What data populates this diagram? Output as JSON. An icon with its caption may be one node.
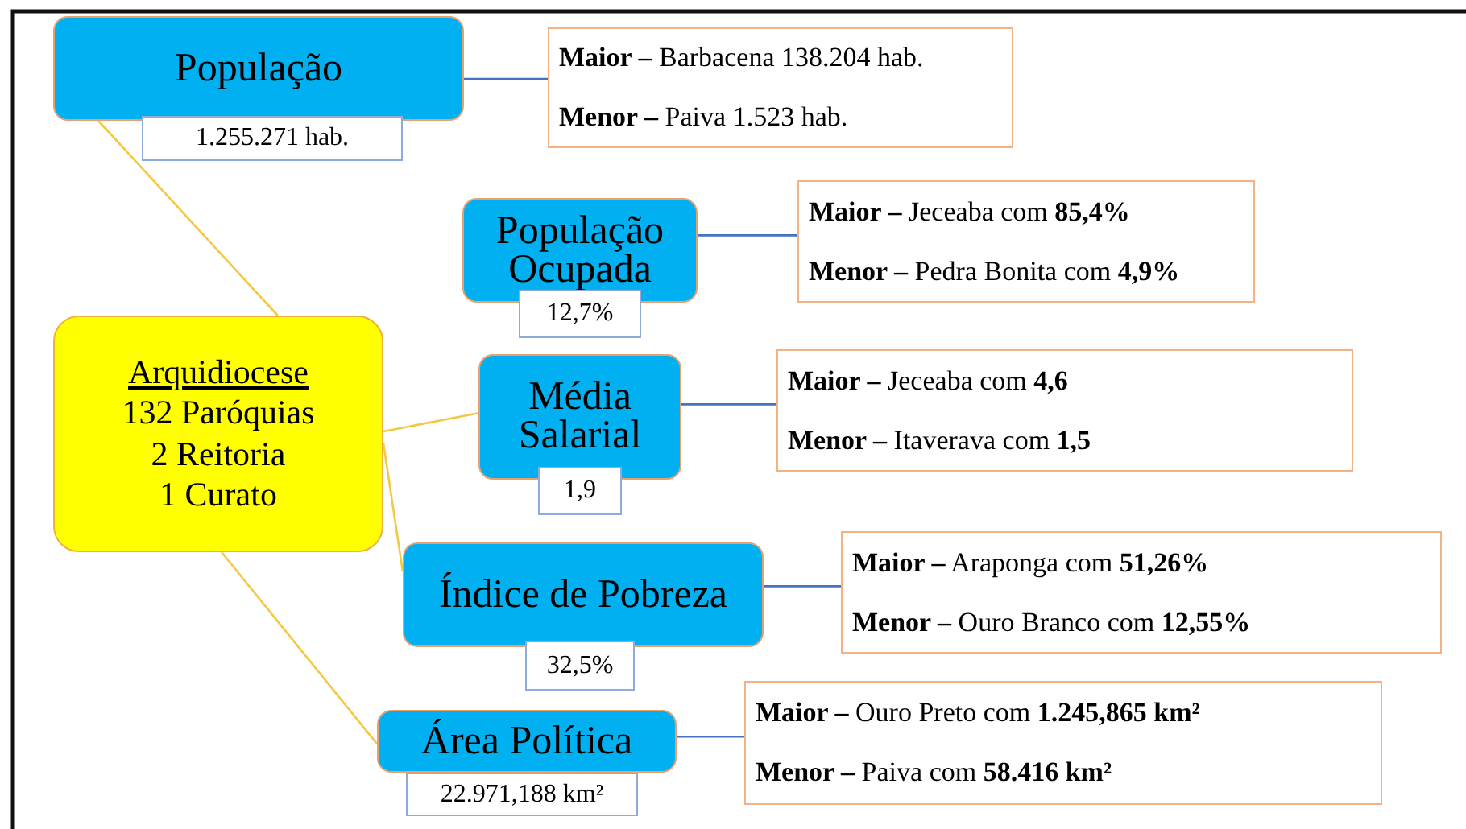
{
  "diagram": {
    "nodes": [
      {
        "text": [
          "Arquidiocese",
          "132 Paróquias",
          "2 Reitoria",
          "1 Curato"
        ]
      },
      {
        "text": [
          "População"
        ],
        "beside": [
          "1.255.271 hab."
        ]
      },
      {
        "text": [
          "**Maior –** Barbacena 138.204  hab.",
          "**Menor –** Paiva 1.523 hab."
        ]
      },
      {
        "text": [
          "População Ocupada"
        ],
        "beside": [
          "12,7%"
        ]
      },
      {
        "text": [
          "**Maior –** Jeceaba com **85,4%**",
          "**Menor –** Pedra Bonita com **4,9%**"
        ]
      },
      {
        "text": [
          "Média Salarial"
        ],
        "beside": [
          "1,9"
        ]
      },
      {
        "text": [
          "**Maior –** Jeceaba com **4,6**",
          "**Menor –** Itaverava com **1,5**"
        ]
      },
      {
        "text": [
          "Índice de Pobreza"
        ],
        "beside": [
          "32,5%"
        ]
      },
      {
        "text": [
          "**Maior –** Araponga com **51,26%**",
          "**Menor –** Ouro Branco com **12,55%**"
        ]
      },
      {
        "text": [
          "Área Política"
        ],
        "beside": [
          "22.971,188 km²"
        ]
      },
      {
        "text": [
          "**Maior –**  Ouro Preto com **1.245,865 km²**",
          "**Menor –** Paiva com **58.416 km²**"
        ]
      }
    ],
    "edges": [
      {
        "from": 0,
        "to": 1,
        "arrow": "none",
        "color": "#f5c842"
      },
      {
        "from": 1,
        "to": 2,
        "arrow": "none"
      },
      {
        "from": 3,
        "to": 4,
        "arrow": "none"
      },
      {
        "from": 0,
        "to": 5,
        "arrow": "none",
        "color": "#f5c842"
      },
      {
        "from": 5,
        "to": 6,
        "arrow": "none"
      },
      {
        "from": 0,
        "to": 7,
        "arrow": "none",
        "color": "#f5c842"
      },
      {
        "from": 7,
        "to": 8,
        "arrow": "none"
      },
      {
        "from": 0,
        "to": 9,
        "arrow": "none",
        "color": "#f5c842"
      },
      {
        "from": 9,
        "to": 10,
        "arrow": "none"
      }
    ]
  }
}
